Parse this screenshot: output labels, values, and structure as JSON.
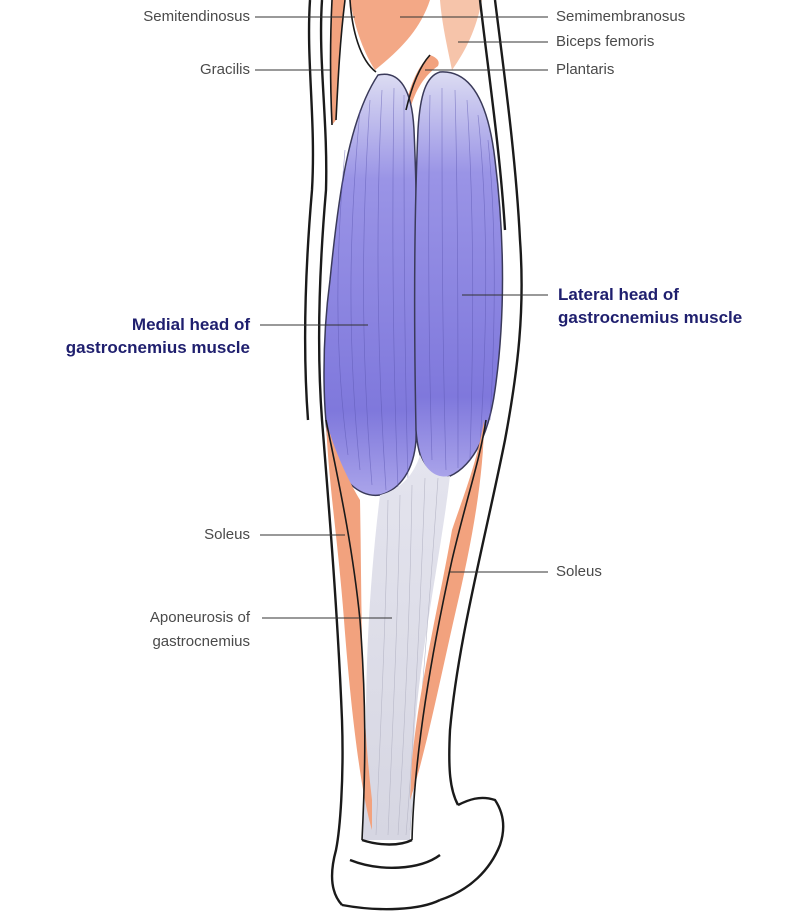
{
  "labels": {
    "semitendinosus": "Semitendinosus",
    "gracilis": "Gracilis",
    "semimembranosus": "Semimembranosus",
    "biceps_femoris": "Biceps femoris",
    "plantaris": "Plantaris",
    "lateral_head": [
      "Lateral head of",
      "gastrocnemius muscle"
    ],
    "medial_head": [
      "Medial head of",
      "gastrocnemius muscle"
    ],
    "soleus_left": "Soleus",
    "soleus_right": "Soleus",
    "aponeurosis": [
      "Aponeurosis of",
      "gastrocnemius"
    ]
  },
  "colors": {
    "muscle_orange": "#f2a27e",
    "gastrocnemius_purple": "#8a84e0",
    "tendon_grey": "#dcdce6",
    "outline": "#1a1a1a",
    "label_text": "#4a4a4a",
    "highlight_label": "#1f1f6e"
  }
}
